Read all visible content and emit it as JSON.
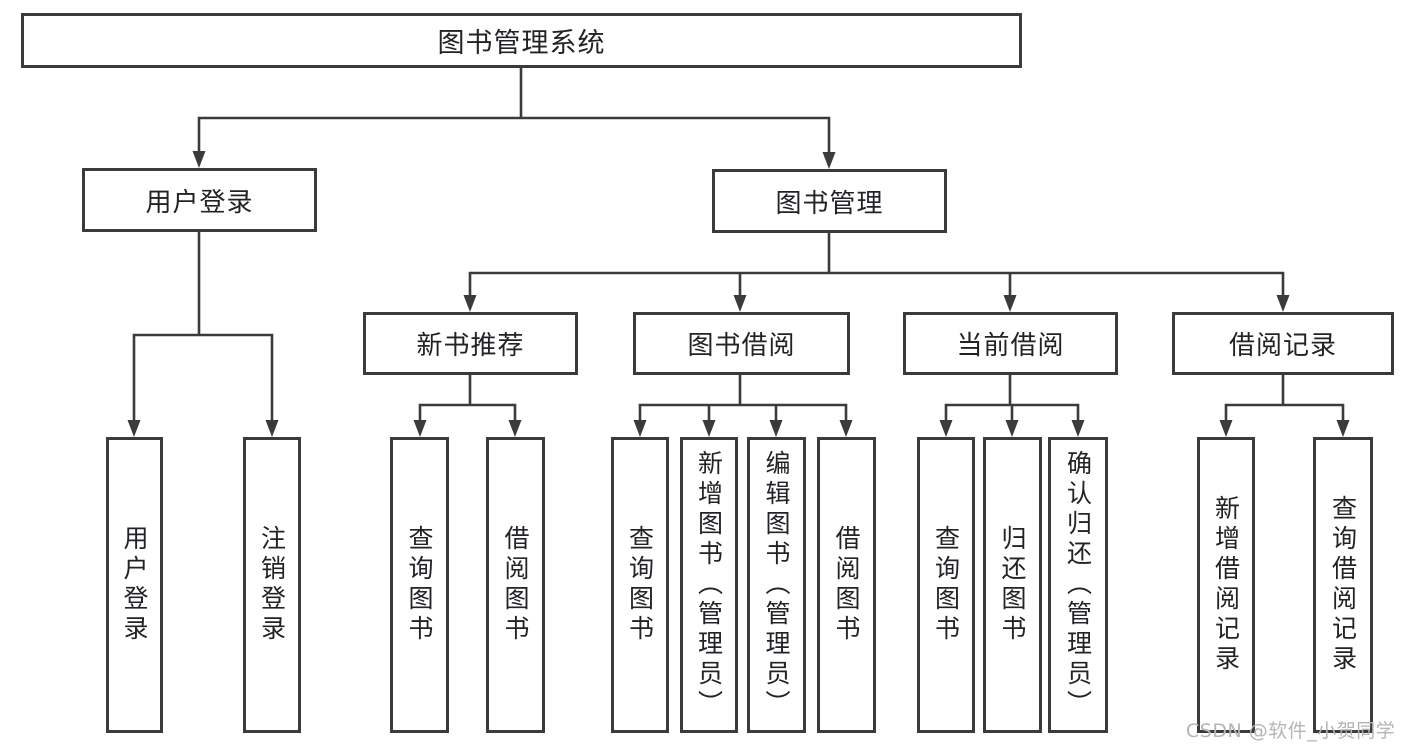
{
  "diagram": {
    "title": "图书管理系统",
    "nodes": {
      "root": {
        "label": "图书管理系统"
      },
      "user_login": {
        "label": "用户登录"
      },
      "book_mgmt": {
        "label": "图书管理"
      },
      "new_book_rec": {
        "label": "新书推荐"
      },
      "book_borrow": {
        "label": "图书借阅"
      },
      "current_borrow": {
        "label": "当前借阅"
      },
      "borrow_records": {
        "label": "借阅记录"
      },
      "leaf_user_login": {
        "label": "用户登录"
      },
      "leaf_logout": {
        "label": "注销登录"
      },
      "leaf_query_book_1": {
        "label": "查询图书"
      },
      "leaf_borrow_book_1": {
        "label": "借阅图书"
      },
      "leaf_query_book_2": {
        "label": "查询图书"
      },
      "leaf_add_book": {
        "label": "新增图书（管理员）"
      },
      "leaf_edit_book": {
        "label": "编辑图书（管理员）"
      },
      "leaf_borrow_book_2": {
        "label": "借阅图书"
      },
      "leaf_query_book_3": {
        "label": "查询图书"
      },
      "leaf_return_book": {
        "label": "归还图书"
      },
      "leaf_confirm_return": {
        "label": "确认归还（管理员）"
      },
      "leaf_add_record": {
        "label": "新增借阅记录"
      },
      "leaf_query_record": {
        "label": "查询借阅记录"
      }
    },
    "hierarchy": {
      "图书管理系统": [
        "用户登录",
        "图书管理"
      ],
      "用户登录": [
        "用户登录",
        "注销登录"
      ],
      "图书管理": [
        "新书推荐",
        "图书借阅",
        "当前借阅",
        "借阅记录"
      ],
      "新书推荐": [
        "查询图书",
        "借阅图书"
      ],
      "图书借阅": [
        "查询图书",
        "新增图书（管理员）",
        "编辑图书（管理员）",
        "借阅图书"
      ],
      "当前借阅": [
        "查询图书",
        "归还图书",
        "确认归还（管理员）"
      ],
      "借阅记录": [
        "新增借阅记录",
        "查询借阅记录"
      ]
    },
    "watermark": "CSDN @软件_小贺同学",
    "colors": {
      "border": "#3b3b3b",
      "line": "#3b3b3b",
      "text": "#222326",
      "watermark": "#b5b5b5",
      "background": "#ffffff"
    }
  }
}
